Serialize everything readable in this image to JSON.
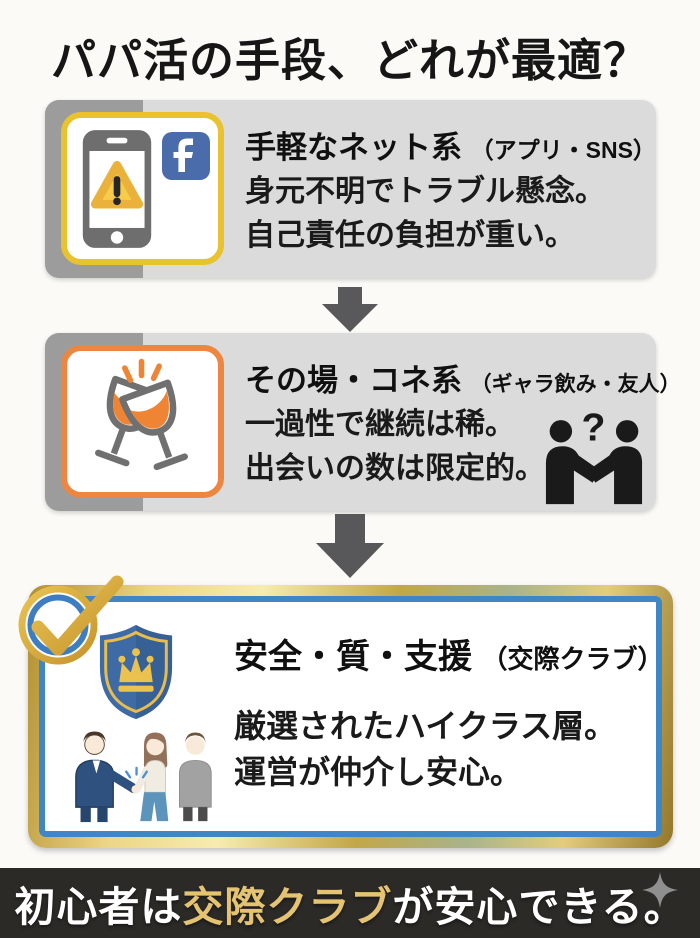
{
  "page": {
    "title": "パパ活の手段、どれが最適？",
    "background": "#fbfaf7"
  },
  "cards": [
    {
      "title_main": "手軽なネット系",
      "title_sub": "（アプリ・SNS）",
      "body_line1": "身元不明でトラブル懸念。",
      "body_line2": "自己責任の負担が重い。",
      "accent_color": "#e9c32f",
      "icons": [
        "smartphone-warning-icon",
        "facebook-icon"
      ]
    },
    {
      "title_main": "その場・コネ系",
      "title_sub": "（ギャラ飲み・友人）",
      "body_line1": "一過性で継続は稀。",
      "body_line2": "出会いの数は限定的。",
      "accent_color": "#ed8640",
      "icons": [
        "cheers-glasses-icon",
        "handshake-question-icon"
      ],
      "question_mark": "?"
    },
    {
      "title_main": "安全・質・支援",
      "title_sub": "（交際クラブ）",
      "body_line1": "厳選されたハイクラス層。",
      "body_line2": "運営が仲介し安心。",
      "gold_color": "#c9a23b",
      "blue_color": "#3f86c6",
      "icons": [
        "check-badge-icon",
        "shield-crown-icon",
        "people-handshake-icon"
      ]
    }
  ],
  "arrows": [
    "down-arrow",
    "down-arrow"
  ],
  "footer": {
    "pre": "初心者は",
    "highlight": "交際クラブ",
    "post": "が安心できる。",
    "background": "#2c2a27",
    "highlight_color": "#e4c472",
    "icon": "sparkle-icon"
  }
}
